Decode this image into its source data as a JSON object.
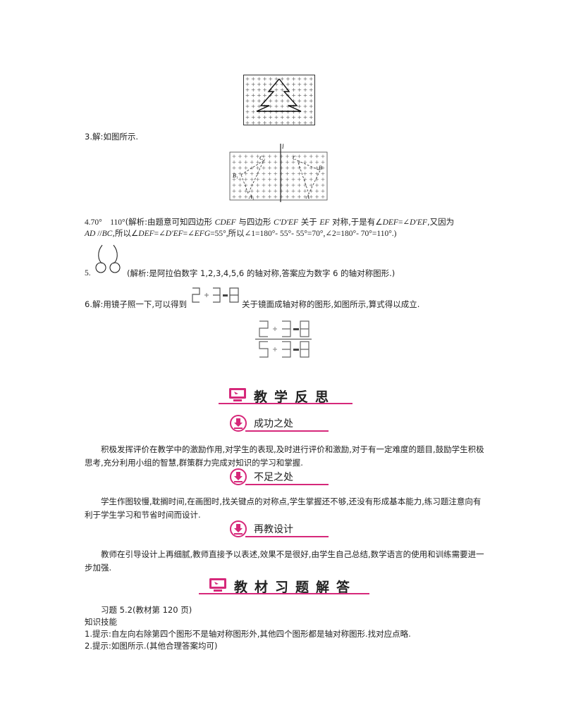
{
  "answers": {
    "a3": "3.解:如图所示.",
    "a4_num": "4.70°　110°",
    "a4_line1_a": "(解析:由题意可知四边形 ",
    "a4_cdef": "CDEF",
    "a4_line1_b": " 与四边形 ",
    "a4_cdef2": "C′D′EF",
    "a4_line1_c": " 关于 ",
    "a4_ef": "EF",
    "a4_line1_d": " 对称,于是有∠",
    "a4_def": "DEF",
    "a4_line1_e": "=∠",
    "a4_def2": "D′EF",
    "a4_line1_f": ",又因为",
    "a4_line2_a": "AD",
    "a4_line2_b": " //",
    "a4_line2_c": "BC",
    "a4_line2_d": ",所以∠",
    "a4_line2_e": "DEF",
    "a4_line2_f": "=∠",
    "a4_line2_g": "D′EF",
    "a4_line2_h": "=∠",
    "a4_line2_i": "EFG",
    "a4_line2_j": "=55°,所以∠1=180°- 55°- 55°=70°,∠2=180°- 70°=110°.)",
    "a5_num": "5.",
    "a5_text": "(解析:是阿拉伯数字 1,2,3,4,5,6 的轴对称,答案应为数字 6 的轴对称图形.)",
    "a6_a": "6.解:用镜子照一下,可以得到",
    "a6_b": "关于镜面成轴对称的图形,如图所示,算式得以成立."
  },
  "figures": {
    "fig3_labels": {
      "l": "l",
      "c1": "C₁",
      "b1": "B₁",
      "a1": "A₁",
      "c": "C",
      "b": "B",
      "a": "A"
    }
  },
  "sections": {
    "reflect_title": "教学反思",
    "success_title": "成功之处",
    "success_text": "积极发挥评价在教学中的激励作用,对学生的表现,及时进行评价和激励,对于有一定难度的题目,鼓励学生积极思考,充分利用小组的智慧,群策群力完成对知识的学习和掌握.",
    "lack_title": "不足之处",
    "lack_text": "学生作图较慢,耽搁时间,在画图时,找关键点的对称点,学生掌握还不够,还没有形成基本能力,练习题注意向有利于学生学习和节省时间而设计.",
    "redesign_title": "再教设计",
    "redesign_text": "教师在引导设计上再细腻,教师直接予以表述,效果不是很好,由学生自己总结,数学语言的使用和训练需要进一步加强.",
    "exercise_title": "教材习题解答"
  },
  "exercises": {
    "heading": "习题 5.2(教材第 120 页)",
    "skill": "知识技能",
    "e1": "1.提示:自左向右除第四个图形不是轴对称图形外,其他四个图形都是轴对称图形.找对应点略.",
    "e2": "2.提示:如图所示.(其他合理答案均可)"
  },
  "colors": {
    "accent": "#d6287a",
    "accent_light": "#f2a7c8"
  }
}
